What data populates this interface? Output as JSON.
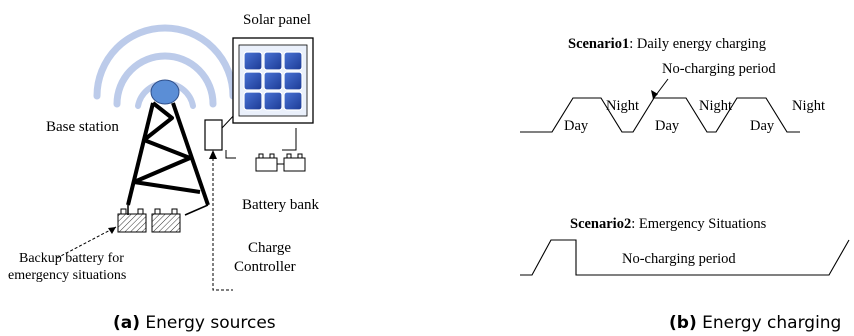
{
  "figure_a": {
    "labels": {
      "solar_panel": "Solar panel",
      "base_station": "Base station",
      "battery_bank": "Battery bank",
      "backup_line1": "Backup battery for",
      "backup_line2": "emergency situations",
      "charge_line1": "Charge",
      "charge_line2": "Controller"
    },
    "caption": {
      "tag": "(a)",
      "text": " Energy sources"
    }
  },
  "figure_b": {
    "scenario1": {
      "title_bold": "Scenario1",
      "title_rest": ": Daily energy charging",
      "no_charging": "No-charging period",
      "day": "Day",
      "night": "Night"
    },
    "scenario2": {
      "title_bold": "Scenario2",
      "title_rest": ": Emergency Situations",
      "no_charging": "No-charging period"
    },
    "caption": {
      "tag": "(b)",
      "text": " Energy charging"
    }
  },
  "colors": {
    "signal_arc": "#bccbea",
    "antenna_ball": "#5b8ed6",
    "solar_cell": "#2a4fb0",
    "line": "#000000"
  }
}
